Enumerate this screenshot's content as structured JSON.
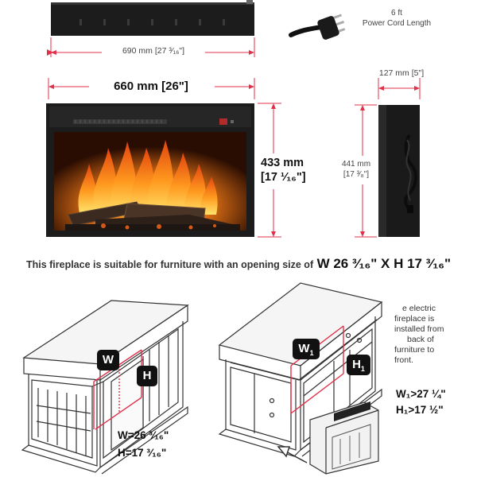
{
  "dims": {
    "trim_width": "690 mm [27 ³⁄₁₆\"]",
    "cord_length_value": "6 ft",
    "cord_length_label": "Power Cord Length",
    "insert_width": "660 mm [26\"]",
    "insert_height_mm": "433 mm",
    "insert_height_in": "[17 ¹⁄₁₆\"]",
    "depth": "127 mm [5\"]",
    "side_height_mm": "441 mm",
    "side_height_in": "[17 ³⁄₈\"]"
  },
  "headline": {
    "lead": "This fireplace is suitable for furniture with an opening size of",
    "size": "W 26 ³⁄₁₆\" X H 17 ³⁄₁₆\""
  },
  "left_cabinet": {
    "w_badge": "W",
    "h_badge": "H",
    "width_value": "W=26 ³⁄₁₆\"",
    "height_value": "H=17 ³⁄₁₆\""
  },
  "right_cabinet": {
    "w_badge": "W",
    "w_sub": "1",
    "h_badge": "H",
    "h_sub": "1",
    "note_lines": [
      "e electric",
      "fireplace is",
      "installed from",
      "back of",
      "furniture to",
      "front."
    ],
    "width_req": "W₁>27 ¼\"",
    "height_req": "H₁>17 ½\""
  },
  "colors": {
    "dimension_line": "#e0304a",
    "flame_orange": "#f47b17",
    "flame_yellow": "#ffcc33",
    "frame": "#1c1c1c"
  }
}
